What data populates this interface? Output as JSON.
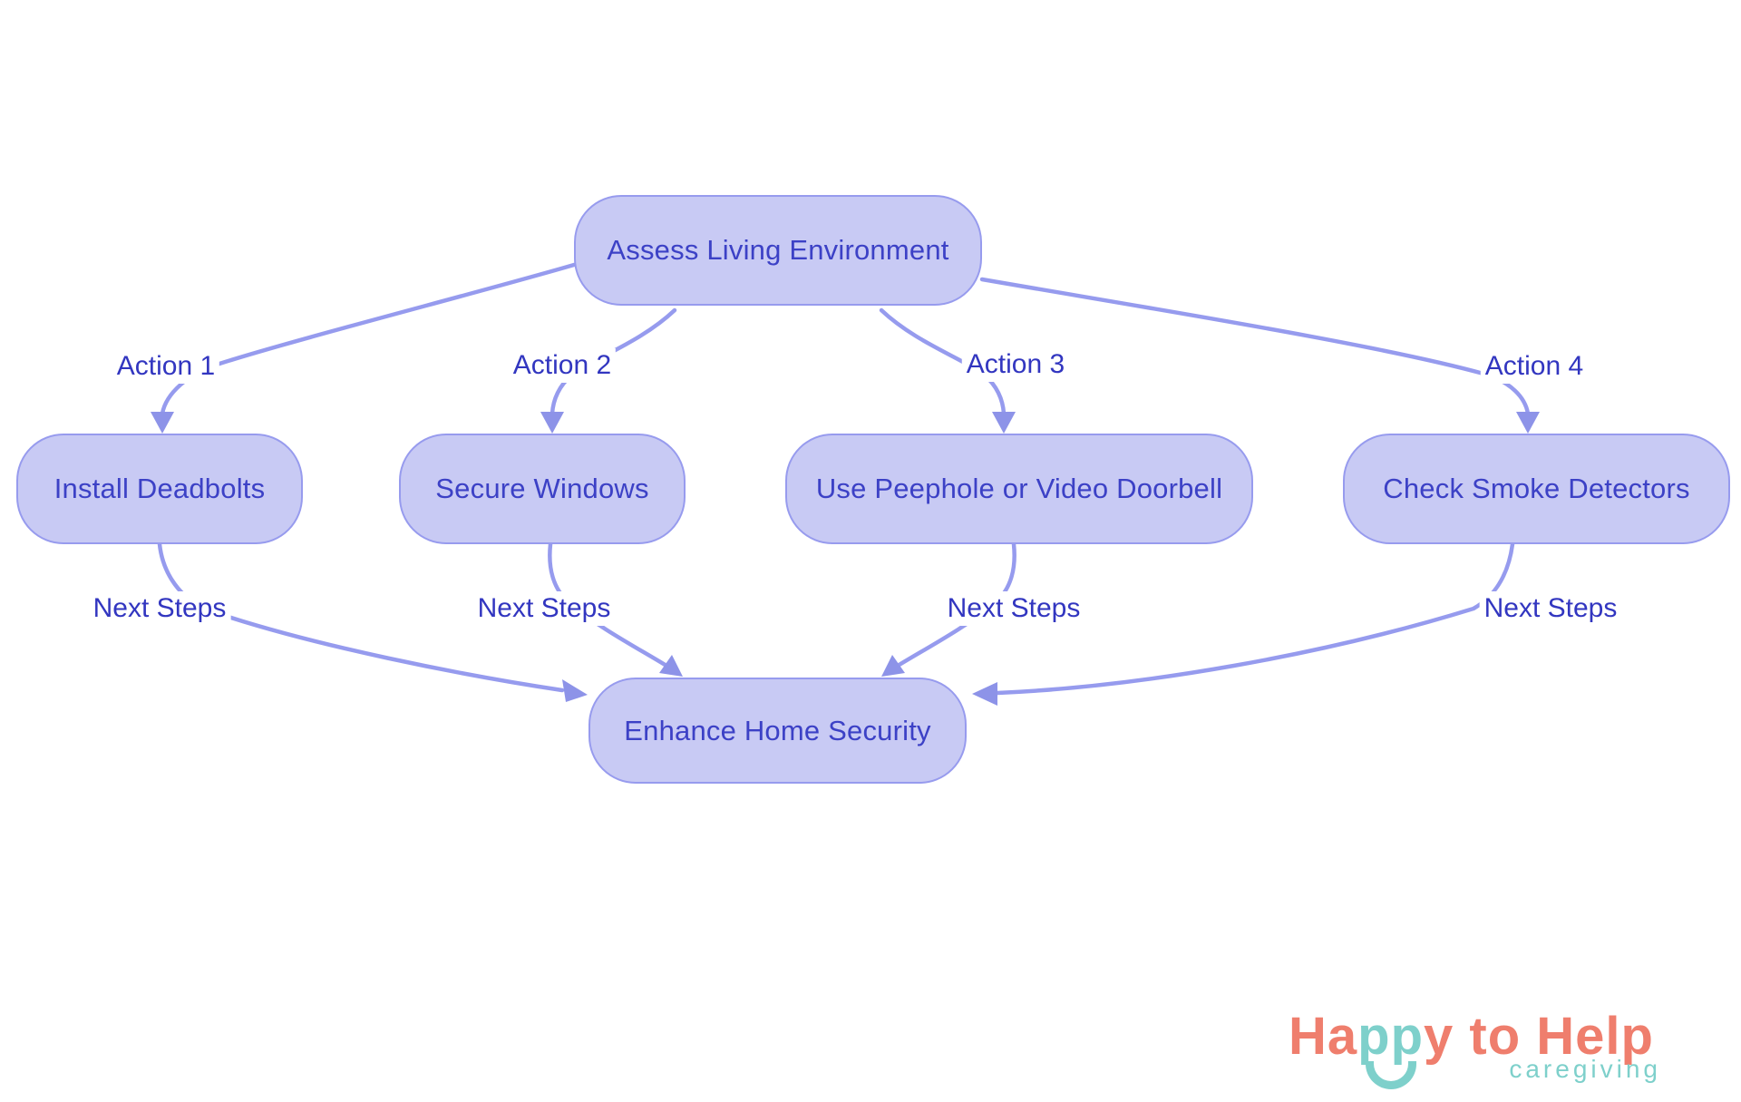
{
  "diagram": {
    "nodes": [
      {
        "id": "assess",
        "label": "Assess Living Environment"
      },
      {
        "id": "deadbolts",
        "label": "Install Deadbolts"
      },
      {
        "id": "windows",
        "label": "Secure Windows"
      },
      {
        "id": "peephole",
        "label": "Use Peephole or Video Doorbell"
      },
      {
        "id": "smoke",
        "label": "Check Smoke Detectors"
      },
      {
        "id": "enhance",
        "label": "Enhance Home Security"
      }
    ],
    "edge_labels": [
      {
        "text": "Action 1"
      },
      {
        "text": "Action 2"
      },
      {
        "text": "Action 3"
      },
      {
        "text": "Action 4"
      },
      {
        "text": "Next Steps"
      },
      {
        "text": "Next Steps"
      },
      {
        "text": "Next Steps"
      },
      {
        "text": "Next Steps"
      }
    ],
    "edges": [
      {
        "from": "Assess Living Environment",
        "to": "Install Deadbolts",
        "label": "Action 1"
      },
      {
        "from": "Assess Living Environment",
        "to": "Secure Windows",
        "label": "Action 2"
      },
      {
        "from": "Assess Living Environment",
        "to": "Use Peephole or Video Doorbell",
        "label": "Action 3"
      },
      {
        "from": "Assess Living Environment",
        "to": "Check Smoke Detectors",
        "label": "Action 4"
      },
      {
        "from": "Install Deadbolts",
        "to": "Enhance Home Security",
        "label": "Next Steps"
      },
      {
        "from": "Secure Windows",
        "to": "Enhance Home Security",
        "label": "Next Steps"
      },
      {
        "from": "Use Peephole or Video Doorbell",
        "to": "Enhance Home Security",
        "label": "Next Steps"
      },
      {
        "from": "Check Smoke Detectors",
        "to": "Enhance Home Security",
        "label": "Next Steps"
      }
    ],
    "colors": {
      "node_fill": "#c8caf4",
      "node_border": "#979bee",
      "node_text": "#3c41c6",
      "edge_line": "#969bee",
      "arrowhead": "#8d93e8",
      "label_text": "#3236c0"
    }
  },
  "logo": {
    "full_name": "Happy to Help",
    "segments": [
      {
        "text": "Ha",
        "color": "#ef7e6d"
      },
      {
        "text": "pp",
        "color": "#7ed0cb"
      },
      {
        "text": "y to Help",
        "color": "#ef7e6d"
      }
    ],
    "tagline": "caregiving",
    "coral": "#ef7e6d",
    "teal": "#7ed0cb"
  }
}
